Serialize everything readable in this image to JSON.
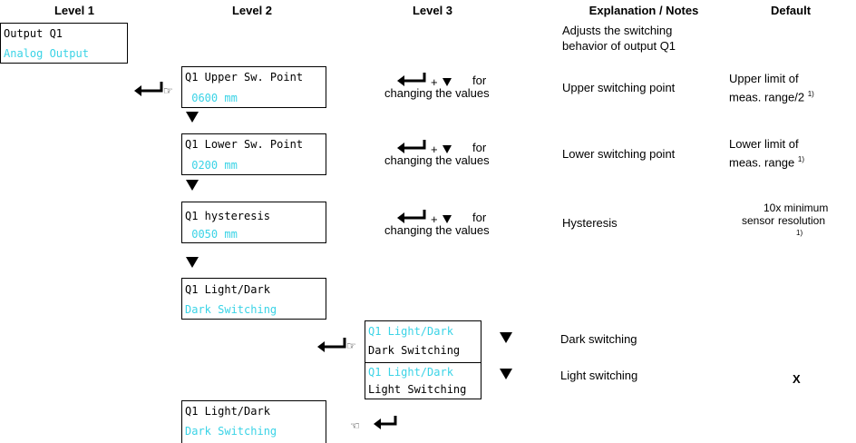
{
  "headers": {
    "level1": "Level 1",
    "level2": "Level 2",
    "level3": "Level 3",
    "notes": "Explanation / Notes",
    "default": "Default"
  },
  "level1": {
    "line1": "Output Q1",
    "line2": "Analog Output"
  },
  "notes_q1": {
    "line1": "Adjusts the switching",
    "line2": "behavior of output Q1"
  },
  "rows": {
    "upper": {
      "line1": "Q1 Upper Sw. Point",
      "line2": " 0600 mm",
      "l3_for": "for",
      "l3_text": "changing the values",
      "note": "Upper switching point",
      "def1": "Upper limit of",
      "def2": "meas. range/2",
      "sup": "1)"
    },
    "lower": {
      "line1": "Q1 Lower Sw. Point",
      "line2": " 0200 mm",
      "l3_for": "for",
      "l3_text": "changing the values",
      "note": "Lower switching point",
      "def1": "Lower limit of",
      "def2": "meas. range",
      "sup": "1)"
    },
    "hyst": {
      "line1": "Q1 hysteresis",
      "line2": " 0050 mm",
      "l3_for": "for",
      "l3_text": "changing the values",
      "note": "Hysteresis",
      "def1": "10x minimum",
      "def2a": "sensor",
      "def2b": "resolution",
      "sup": "1)"
    }
  },
  "lightdark": {
    "line1": "Q1 Light/Dark",
    "line2": "Dark Switching"
  },
  "opt_dark": {
    "line1": "Q1 Light/Dark",
    "line2": "Dark Switching",
    "note": "Dark switching"
  },
  "opt_light": {
    "line1": "Q1 Light/Dark",
    "line2": "Light Switching",
    "note": "Light switching",
    "default": "X"
  },
  "final": {
    "line1": "Q1 Light/Dark",
    "line2": "Dark Switching"
  },
  "symbols": {
    "plus": "+"
  },
  "icons": [
    "enter-key-icon",
    "pointing-hand-icon",
    "down-triangle-icon"
  ],
  "colors": {
    "lcd_highlight": "#3ad3e6"
  }
}
